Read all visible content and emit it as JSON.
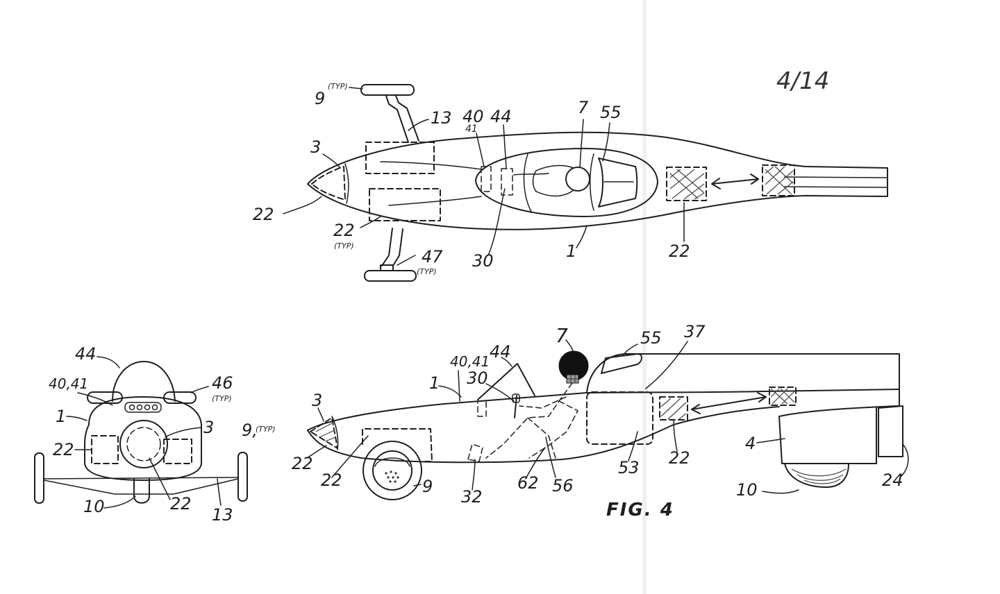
{
  "page_number": "4/14",
  "figure_label": "FIG. 4",
  "top_view": {
    "ref_9": "9",
    "ref_9_note": "(TYP)",
    "ref_13": "13",
    "ref_40": "40",
    "ref_41": "41",
    "ref_44": "44",
    "ref_7": "7",
    "ref_55": "55",
    "ref_3": "3",
    "ref_22_nose": "22",
    "ref_22_pod": "22",
    "ref_22_pod_note": "(TYP)",
    "ref_30": "30",
    "ref_1": "1",
    "ref_22_ballast": "22",
    "ref_47": "47",
    "ref_47_note": "(TYP)"
  },
  "front_view": {
    "ref_44": "44",
    "ref_40_41": "40,41",
    "ref_46": "46",
    "ref_46_note": "(TYP)",
    "ref_1": "1",
    "ref_3": "3",
    "ref_22_left": "22",
    "ref_9": "9,",
    "ref_9_note": "(TYP)",
    "ref_10": "10",
    "ref_22_center": "22",
    "ref_13": "13"
  },
  "side_view": {
    "ref_7": "7",
    "ref_55": "55",
    "ref_37": "37",
    "ref_40_41": "40,41",
    "ref_44": "44",
    "ref_30": "30",
    "ref_1": "1",
    "ref_3": "3",
    "ref_22_nose": "22",
    "ref_22_pod": "22",
    "ref_9": "9",
    "ref_32": "32",
    "ref_62": "62",
    "ref_56": "56",
    "ref_53": "53",
    "ref_22_ballast": "22",
    "ref_4": "4",
    "ref_10": "10",
    "ref_24": "24"
  }
}
